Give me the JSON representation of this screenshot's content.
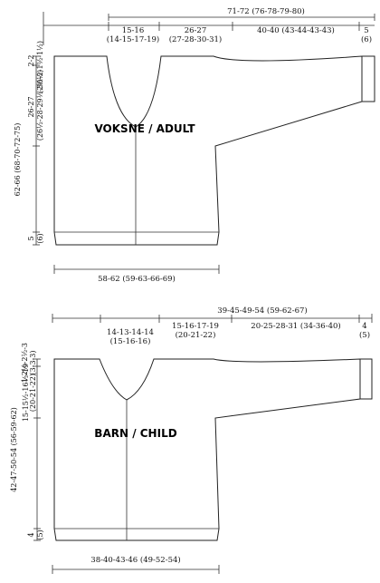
{
  "adult": {
    "title": "VOKSNE / ADULT",
    "top_width_total": "71-72 (76-78-79-80)",
    "neck_width": "15-16",
    "neck_width_b": "(14-15-17-19)",
    "shoulder_width": "26-27",
    "shoulder_width_b": "(27-28-30-31)",
    "sleeve_length": "40-40 (43-44-43-43)",
    "cuff": "5",
    "cuff_b": "(6)",
    "neck_drop": "2-2",
    "neck_drop_b": "(2½-2-1½-1½)",
    "armhole_depth": "26-27",
    "armhole_depth_b": "(26½-28-29½-30½)",
    "total_length": "62-66 (68-70-72-75)",
    "hem": "5",
    "hem_b": "(6)",
    "bottom_width": "58-62 (59-63-66-69)"
  },
  "child": {
    "title": "BARN / CHILD",
    "top_width_total": "39-45-49-54 (59-62-67)",
    "neck_width": "14-13-14-14",
    "neck_width_b": "(15-16-16)",
    "shoulder_width": "15-16-17-19",
    "shoulder_width_b": "(20-21-22)",
    "sleeve_length": "20-25-28-31 (34-36-40)",
    "cuff": "4",
    "cuff_b": "(5)",
    "neck_drop": "1-2½-2½-3",
    "neck_drop_b": "(3-3-3)",
    "armhole_depth": "15-15½-16½-19",
    "armhole_depth_b": "(20-21-22)",
    "total_length": "42-47-50-54 (56-59-62)",
    "hem": "4",
    "hem_b": "(5)",
    "bottom_width": "38-40-43-46 (49-52-54)"
  }
}
